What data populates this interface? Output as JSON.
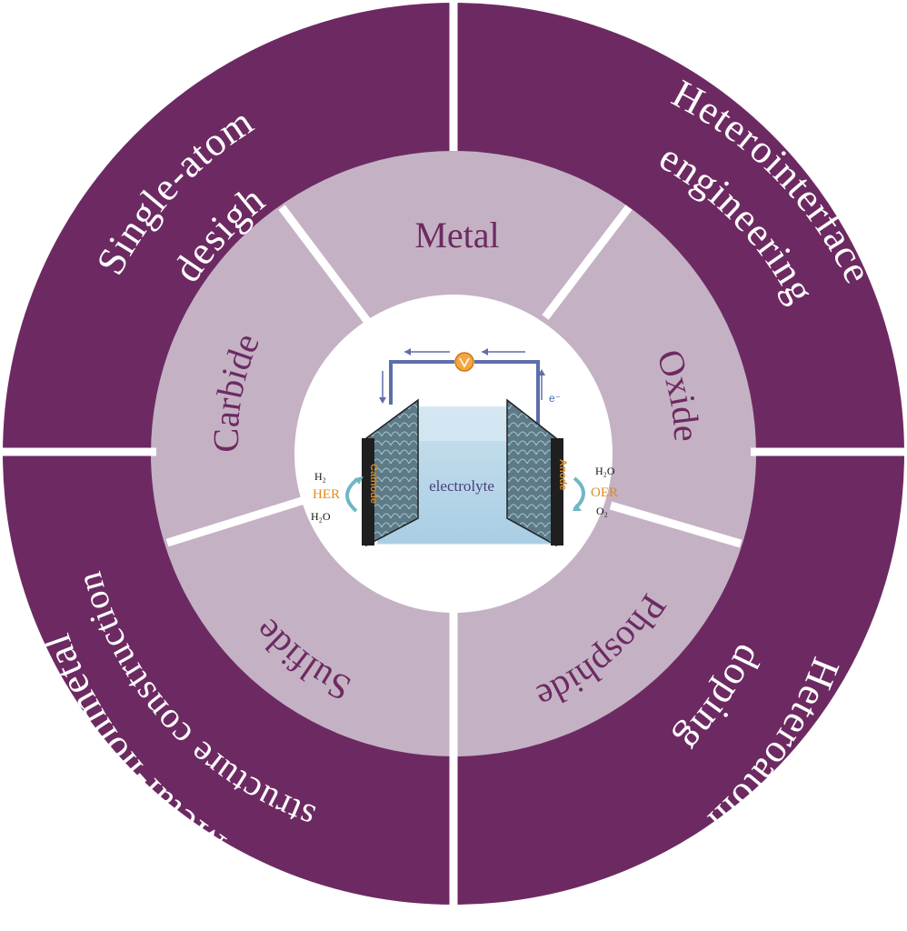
{
  "outer_ring": {
    "top_left": [
      "Single-atom",
      "desigh"
    ],
    "top_right": [
      "Heterointerface",
      "engineering"
    ],
    "bottom_right": [
      "Heteroatom",
      "doping"
    ],
    "bottom_left": [
      "Metal-nonmetal",
      "structure construction"
    ]
  },
  "middle_ring": {
    "metal": "Metal",
    "oxide": "Oxide",
    "phosphide": "Phosphide",
    "sulfide": "Sulfide",
    "carbide": "Carbide"
  },
  "center": {
    "electrolyte": "electrolyte",
    "electron": "e⁻",
    "left_electrode": "Cathode",
    "right_electrode": "Anode",
    "her": {
      "top": "H₂",
      "label": "HER",
      "bottom": "H₂O"
    },
    "oer": {
      "top": "H₂O",
      "label": "OER",
      "bottom": "O₂"
    }
  },
  "colors": {
    "outer": "#6d2a62",
    "middle": "#c4b2c4",
    "text_mid": "#6d2a62"
  }
}
